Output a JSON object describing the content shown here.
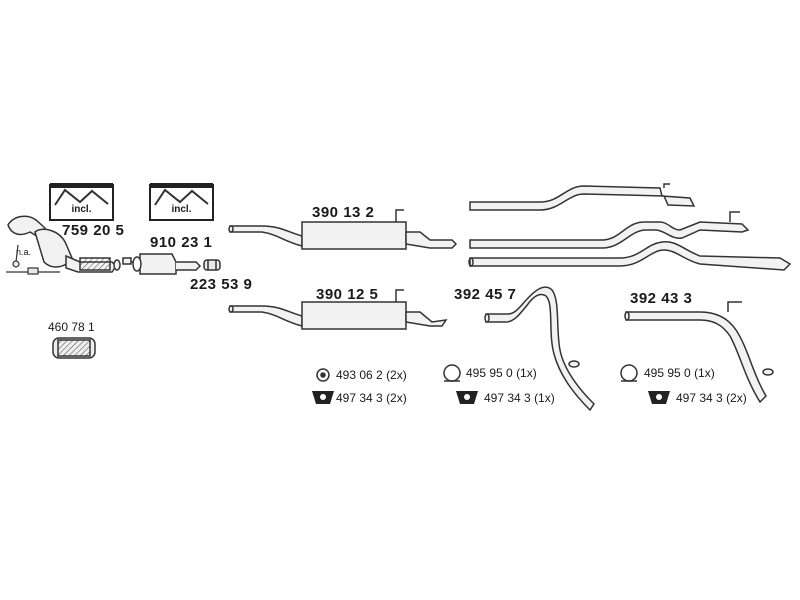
{
  "kits": [
    {
      "part": "759 20 5",
      "incl": "incl."
    },
    {
      "part": "910 23 1",
      "incl": "incl."
    }
  ],
  "na_note": "n.a.",
  "parts": {
    "p223539": "223 53 9",
    "p460781": "460 78 1",
    "p390132": "390 13 2",
    "p390125": "390 12 5",
    "p392457": "392 45 7",
    "p392433": "392 43 3"
  },
  "fittings": [
    {
      "part": "493 06 2",
      "qty": "(2x)",
      "icon": "clamp-ring-icon"
    },
    {
      "part": "497 34 3",
      "qty": "(2x)",
      "icon": "rubber-mount-icon"
    },
    {
      "part": "495 95 0",
      "qty": "(1x)",
      "icon": "hanger-ring-icon"
    },
    {
      "part": "497 34 3",
      "qty": "(1x)",
      "icon": "rubber-mount-icon"
    },
    {
      "part": "495 95 0",
      "qty": "(1x)",
      "icon": "hanger-ring-icon"
    },
    {
      "part": "497 34 3",
      "qty": "(2x)",
      "icon": "rubber-mount-icon"
    }
  ]
}
